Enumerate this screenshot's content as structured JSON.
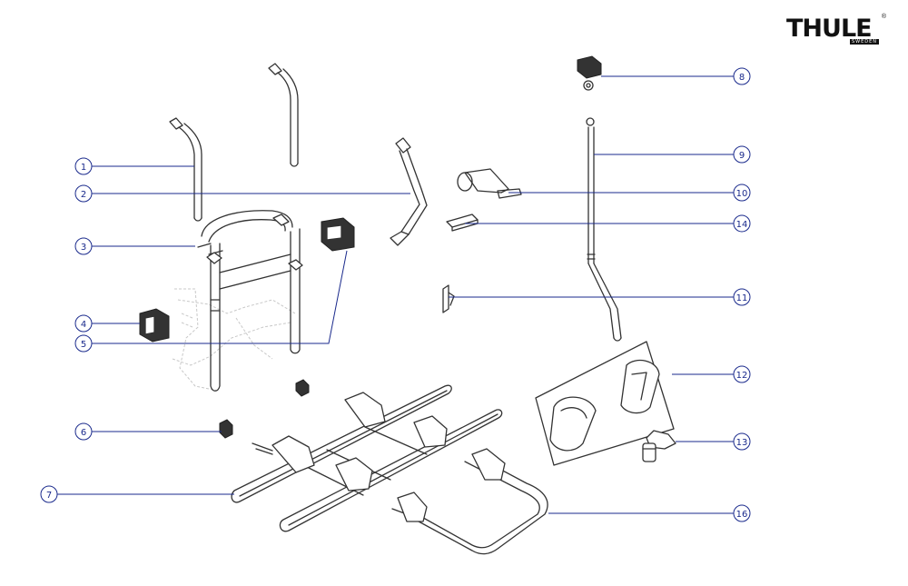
{
  "brand": {
    "logo_text": "THULE",
    "logo_subtext": "SWEDEN",
    "registered_mark": "®"
  },
  "callouts": [
    {
      "id": "c1",
      "label": "1"
    },
    {
      "id": "c2",
      "label": "2"
    },
    {
      "id": "c3",
      "label": "3"
    },
    {
      "id": "c4",
      "label": "4"
    },
    {
      "id": "c5",
      "label": "5"
    },
    {
      "id": "c6",
      "label": "6"
    },
    {
      "id": "c7",
      "label": "7"
    },
    {
      "id": "c8",
      "label": "8"
    },
    {
      "id": "c9",
      "label": "9"
    },
    {
      "id": "c10",
      "label": "10"
    },
    {
      "id": "c11",
      "label": "11"
    },
    {
      "id": "c12",
      "label": "12"
    },
    {
      "id": "c13",
      "label": "13"
    },
    {
      "id": "c14",
      "label": "14"
    },
    {
      "id": "c16",
      "label": "16"
    }
  ],
  "colors": {
    "callout": "#1a2a8c",
    "line_art": "#333333",
    "ghost": "#c8c8c8"
  }
}
